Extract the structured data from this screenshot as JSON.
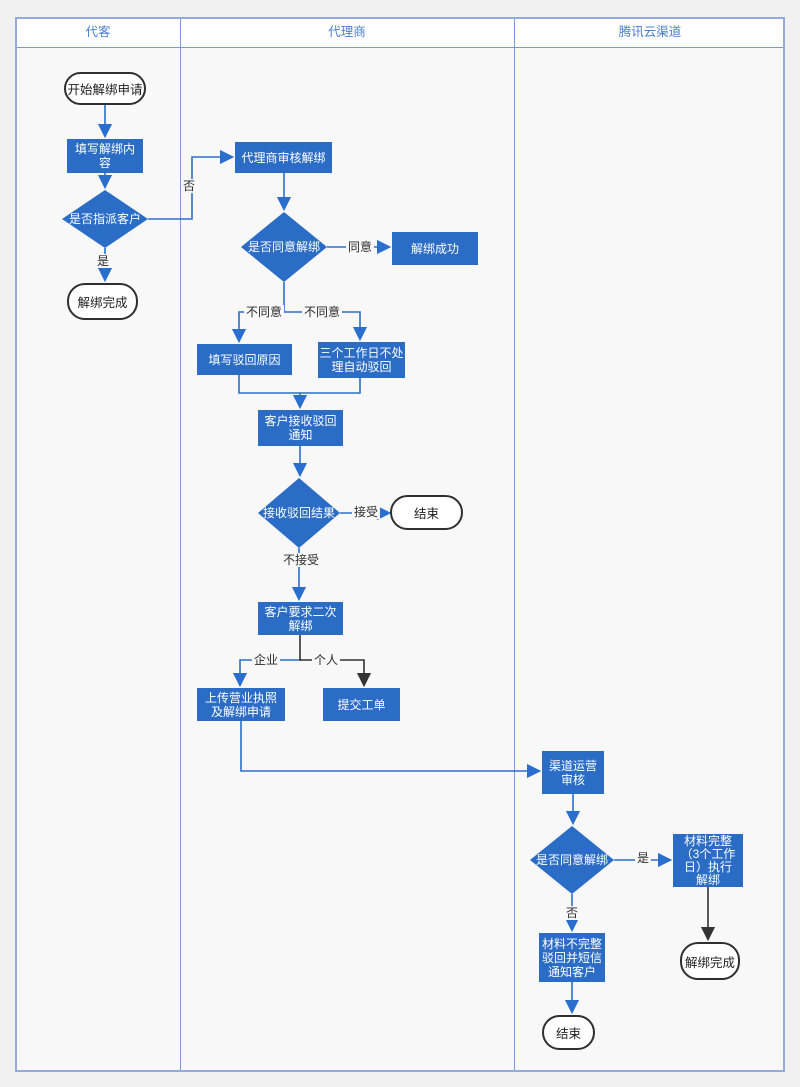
{
  "lanes": [
    {
      "label": "代客"
    },
    {
      "label": "代理商"
    },
    {
      "label": "腾讯云渠道"
    }
  ],
  "nodes": {
    "start": {
      "label": "开始解绑申请",
      "type": "terminal"
    },
    "fill_content": {
      "label": "填写解绑内\n容",
      "type": "process"
    },
    "assign_customer": {
      "label": "是否指派客户",
      "type": "decision"
    },
    "unbind_done_1": {
      "label": "解绑完成",
      "type": "terminal"
    },
    "agent_review": {
      "label": "代理商审核解绑",
      "type": "process"
    },
    "agree_unbind_1": {
      "label": "是否同意解绑",
      "type": "decision"
    },
    "unbind_success": {
      "label": "解绑成功",
      "type": "process"
    },
    "fill_reject_reason": {
      "label": "填写驳回原因",
      "type": "process"
    },
    "auto_reject": {
      "label": "三个工作日不处\n理自动驳回",
      "type": "process"
    },
    "receive_reject_notice": {
      "label": "客户接收驳回\n通知",
      "type": "process"
    },
    "receive_reject_result": {
      "label": "接收驳回结果",
      "type": "decision"
    },
    "end_1": {
      "label": "结束",
      "type": "terminal"
    },
    "second_unbind_request": {
      "label": "客户要求二次\n解绑",
      "type": "process"
    },
    "upload_license": {
      "label": "上传营业执照\n及解绑申请",
      "type": "process"
    },
    "submit_ticket": {
      "label": "提交工单",
      "type": "process"
    },
    "channel_review": {
      "label": "渠道运营\n审核",
      "type": "process"
    },
    "agree_unbind_2": {
      "label": "是否同意解绑",
      "type": "decision"
    },
    "material_complete": {
      "label": "材料完整\n（3个工作\n日）执行\n解绑",
      "type": "process"
    },
    "material_incomplete": {
      "label": "材料不完整\n驳回并短信\n通知客户",
      "type": "process"
    },
    "unbind_done_2": {
      "label": "解绑完成",
      "type": "terminal"
    },
    "end_2": {
      "label": "结束",
      "type": "terminal"
    }
  },
  "edge_labels": {
    "no_1": "否",
    "yes_1": "是",
    "agree": "同意",
    "disagree_left": "不同意",
    "disagree_right": "不同意",
    "accept": "接受",
    "not_accept": "不接受",
    "enterprise": "企业",
    "personal": "个人",
    "yes_2": "是",
    "no_2": "否"
  },
  "colors": {
    "node_fill": "#2a6cc6",
    "edge_blue": "#2a6fce",
    "edge_black": "#333333",
    "lane_border": "#7b99da",
    "header_text": "#4a7fd0",
    "terminal_border": "#2f2f2f"
  }
}
